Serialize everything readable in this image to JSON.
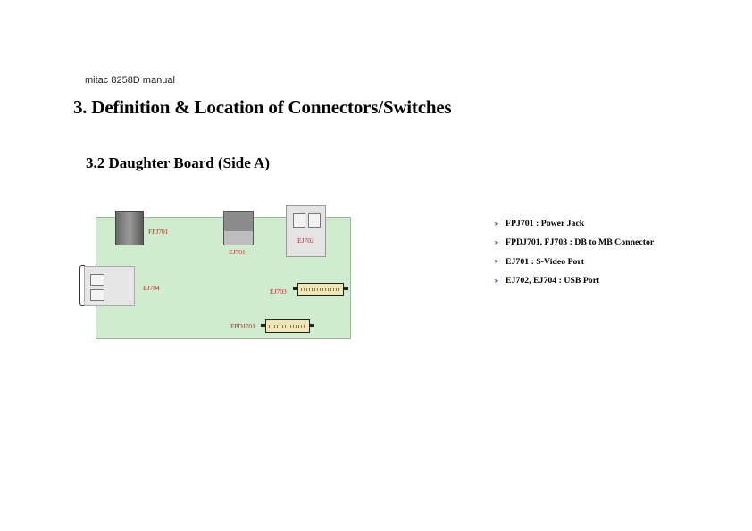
{
  "header": {
    "note": "mitac 8258D manual"
  },
  "title": "3. Definition & Location of Connectors/Switches",
  "section": "3.2 Daughter Board (Side A)",
  "diagram": {
    "labels": {
      "power_jack": "FPJ701",
      "svideo": "EJ701",
      "usb_top": "EJ702",
      "usb_side": "EJ704",
      "db_connector_a": "EJ703",
      "db_connector_b": "FPDJ701"
    },
    "board_color": "#cfeccf",
    "label_color": "#d02020"
  },
  "legend": [
    {
      "icon": "arrow-bullet-icon",
      "text": "FPJ701 : Power Jack"
    },
    {
      "icon": "arrow-bullet-icon",
      "text": "FPDJ701, FJ703 : DB to MB Connector"
    },
    {
      "icon": "arrow-bullet-icon",
      "text": "EJ701 : S-Video Port"
    },
    {
      "icon": "arrow-bullet-icon",
      "text": "EJ702, EJ704 : USB Port"
    }
  ]
}
